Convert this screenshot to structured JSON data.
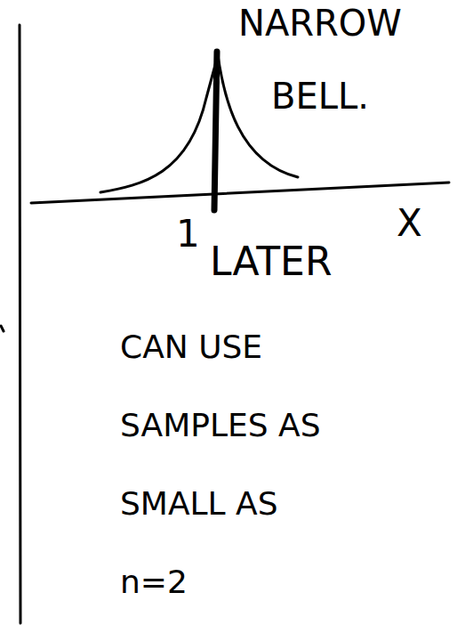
{
  "diagram": {
    "labels": [
      "NARROW",
      "BELL.",
      "X",
      "1",
      "LATER",
      "CAN USE SAMPLES AS SMALL AS n=2"
    ]
  }
}
